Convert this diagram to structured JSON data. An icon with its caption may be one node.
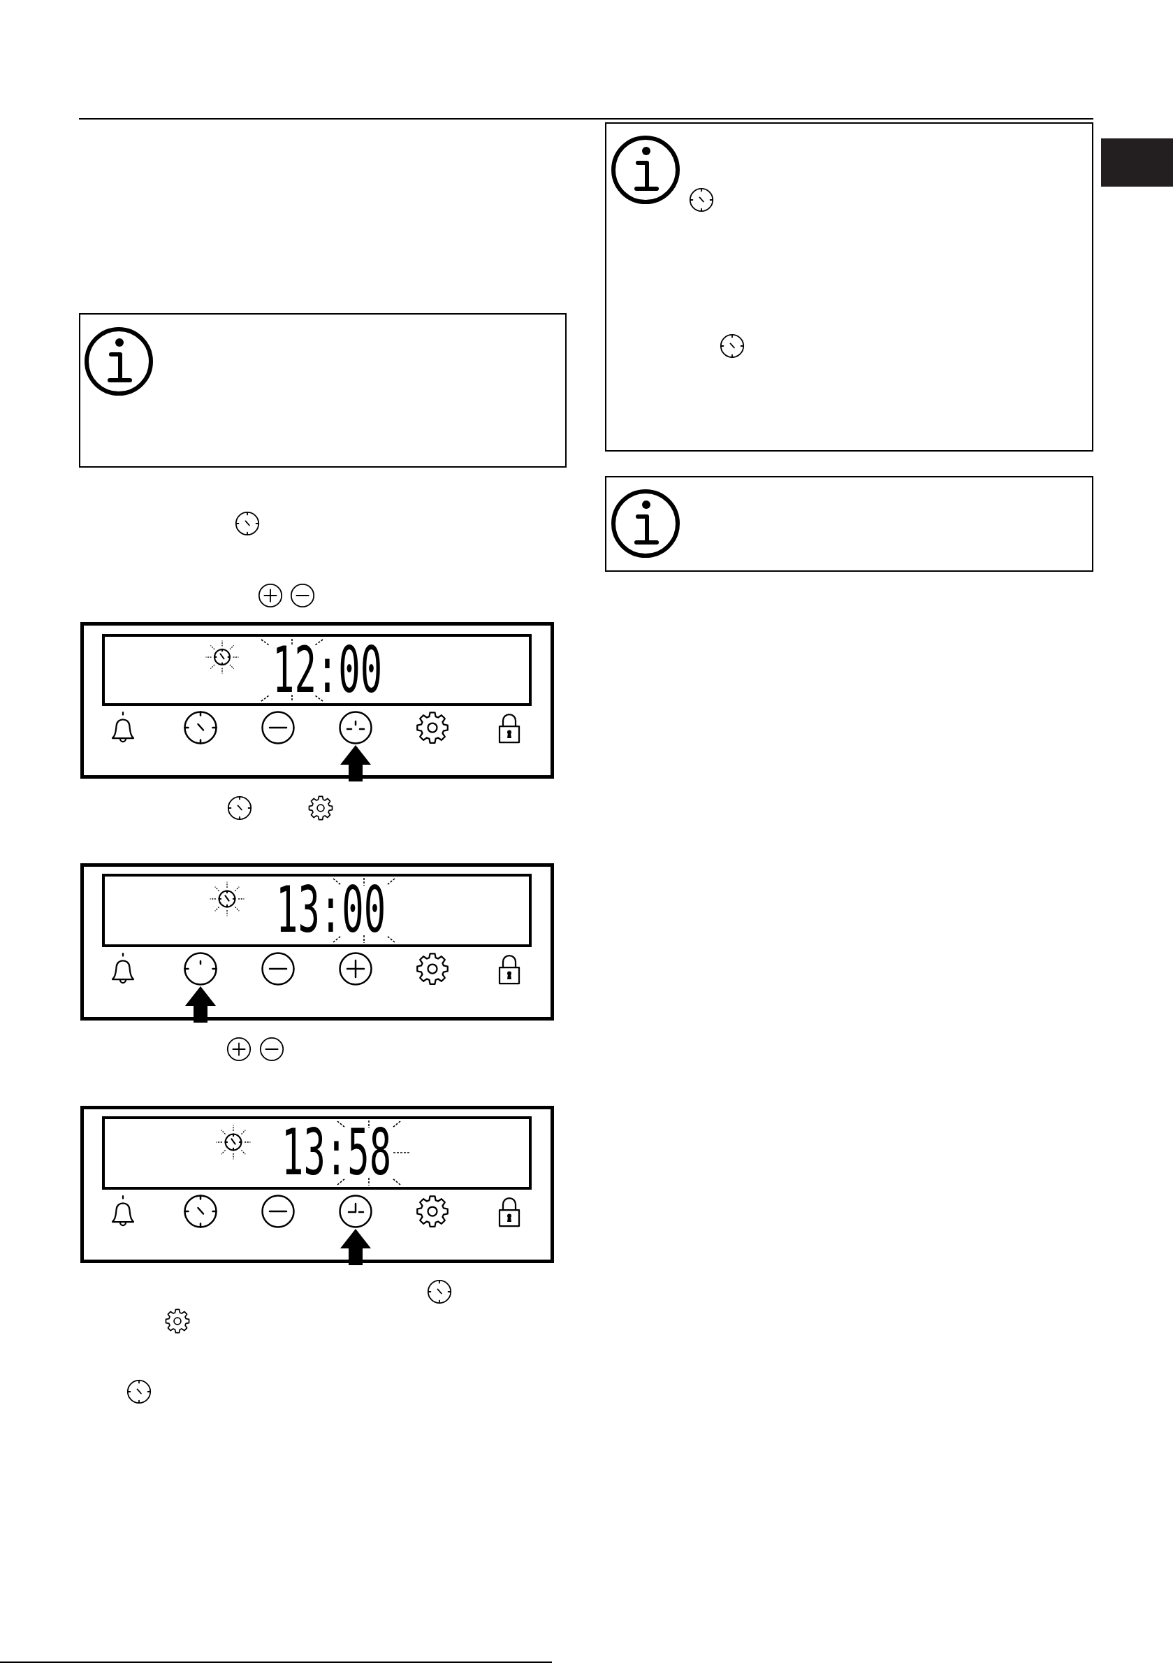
{
  "diagram": {
    "nodes": [
      {
        "text": [],
        "shape": "box"
      },
      {
        "text": [],
        "shape": "box"
      },
      {
        "text": [
          "12:00"
        ],
        "in": 1
      },
      {
        "text": [],
        "shape": "circle",
        "in": 1
      },
      {
        "text": [],
        "shape": "box"
      },
      {
        "text": [
          "13:00"
        ],
        "in": 4
      },
      {
        "text": [],
        "shape": "circle",
        "in": 4
      },
      {
        "text": [],
        "shape": "box"
      },
      {
        "text": [
          "13:58"
        ],
        "in": 7
      },
      {
        "text": [],
        "shape": "circle",
        "in": 7
      },
      {
        "text": [],
        "shape": "box"
      },
      {
        "text": [],
        "shape": "box"
      }
    ],
    "edges": [
      {
        "from": null,
        "to": 3,
        "arrow": "to"
      },
      {
        "from": null,
        "to": 6,
        "arrow": "to"
      },
      {
        "from": null,
        "to": 9,
        "arrow": "to"
      }
    ]
  }
}
